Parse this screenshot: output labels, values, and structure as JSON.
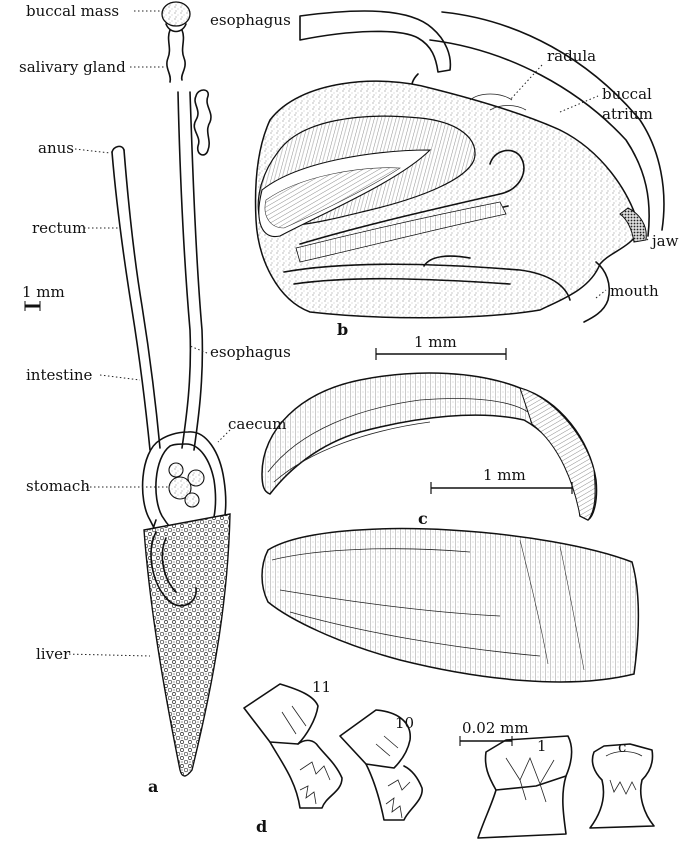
{
  "labels": {
    "buccal_mass": "buccal mass",
    "salivary_gland": "salivary gland",
    "anus": "anus",
    "rectum": "rectum",
    "scale_a": "1 mm",
    "esophagus_a": "esophagus",
    "intestine": "intestine",
    "caecum": "caecum",
    "stomach": "stomach",
    "liver": "liver",
    "panel_a": "a",
    "esophagus_b": "esophagus",
    "radula": "radula",
    "buccal": "buccal",
    "atrium": "atrium",
    "jaw": "jaw",
    "mouth": "mouth",
    "panel_b": "b",
    "scale_b": "1 mm",
    "scale_c": "1 mm",
    "panel_c": "c",
    "tooth_11": "11",
    "tooth_10": "10",
    "scale_d": "0.02 mm",
    "tooth_1": "1",
    "tooth_c": "c",
    "panel_d": "d"
  }
}
